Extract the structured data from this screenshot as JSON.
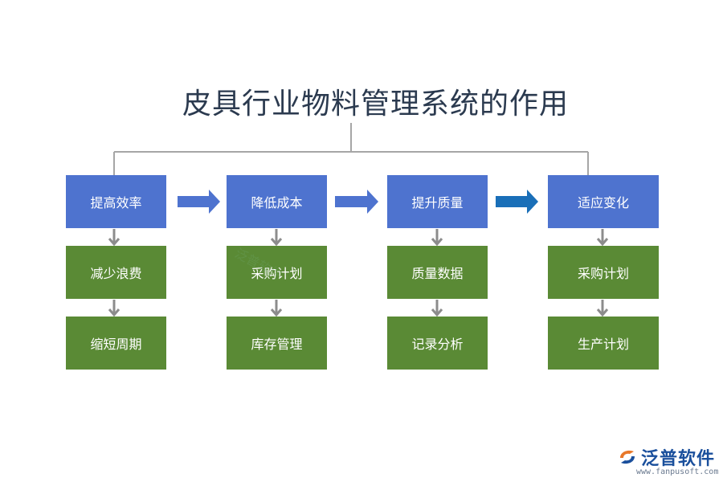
{
  "title": "皮具行业物料管理系统的作用",
  "columns": [
    {
      "header": "提高效率",
      "items": [
        "减少浪费",
        "缩短周期"
      ]
    },
    {
      "header": "降低成本",
      "items": [
        "采购计划",
        "库存管理"
      ]
    },
    {
      "header": "提升质量",
      "items": [
        "质量数据",
        "记录分析"
      ]
    },
    {
      "header": "适应变化",
      "items": [
        "采购计划",
        "生产计划"
      ]
    }
  ],
  "watermark": "泛普软件",
  "logo": {
    "name": "泛普软件",
    "url": "www.fanpusoft.com"
  },
  "colors": {
    "header_box": "#4e73cf",
    "item_box": "#5a8a35",
    "connector": "#8c8c8c",
    "arrow_blue": "#4e73cf",
    "arrow_dark_blue": "#1a6fb8"
  }
}
